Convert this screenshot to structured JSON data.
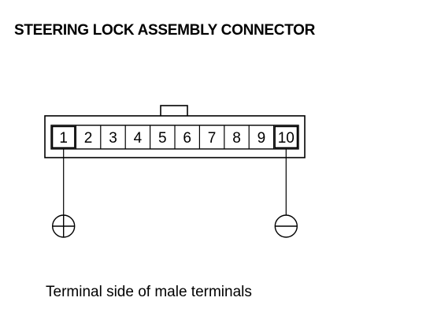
{
  "title": "STEERING LOCK ASSEMBLY CONNECTOR",
  "caption": "Terminal side of male terminals",
  "connector": {
    "pins": [
      "1",
      "2",
      "3",
      "4",
      "5",
      "6",
      "7",
      "8",
      "9",
      "10"
    ],
    "highlighted_pins": [
      "1",
      "10"
    ]
  },
  "probes": [
    {
      "pin": "1",
      "polarity": "positive",
      "icon": "plus-in-circle"
    },
    {
      "pin": "10",
      "polarity": "negative",
      "icon": "minus-in-circle"
    }
  ]
}
